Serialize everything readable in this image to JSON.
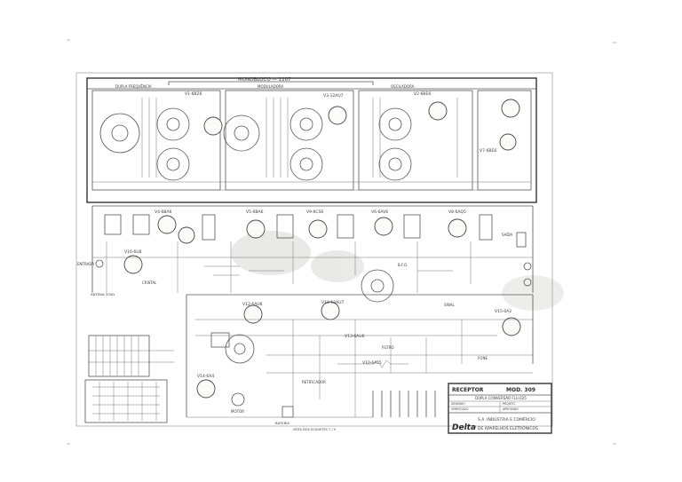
{
  "sheet": {
    "top_bracket_label": "MONOBLOCO — 1107",
    "sections": [
      "DUPLA FREQUÊNCIA",
      "MODULADORA",
      "OSCILADORA"
    ],
    "tubes": {
      "v1": "V1-6BZ6",
      "v2": "V2-6BE6",
      "v3": "V3-12AU7",
      "v4": "V4-6BA6",
      "v5": "V5-6BA6",
      "v6": "V6-6AV6",
      "v7": "V7-6BE6",
      "v8": "V8-6AQ5",
      "v9": "V9-6CS6",
      "v10": "V10-6AL5",
      "v11": "V11-12AU7",
      "v12": "V12-6AU6",
      "v13": "V13-6AU6",
      "v14": "V14-6X4",
      "v15": "V15-0A2",
      "v16": "V16-6U8"
    },
    "labels": {
      "entrada": "ENTRADA",
      "antena": "ANTENA 300Ω",
      "cristal": "CRISTAL",
      "saida": "SAÍDA",
      "motor": "MOTOR",
      "filtro": "FILTRO",
      "fone": "FONE",
      "sinal": "SINAL",
      "bateria": "BATERIA",
      "bfo": "B.F.O.",
      "ret": "RETIFICADOR",
      "vista": "VISTA DOS SOQUETES 7 / 9"
    },
    "title_block": {
      "receiver": "RECEPTOR",
      "model": "MOD. 309",
      "subtitle": "DUPLA CONVERSÃO  FLU-025",
      "row1": [
        "DESENHO",
        "PROJETO"
      ],
      "row2": [
        "VERIFICADO",
        "APROVADO"
      ],
      "company_line1": "S.A. INDÚSTRIA E COMÉRCIO",
      "company_line2": "DE APARELHOS ELETRÔNICOS",
      "logo_text": "Delta"
    }
  }
}
